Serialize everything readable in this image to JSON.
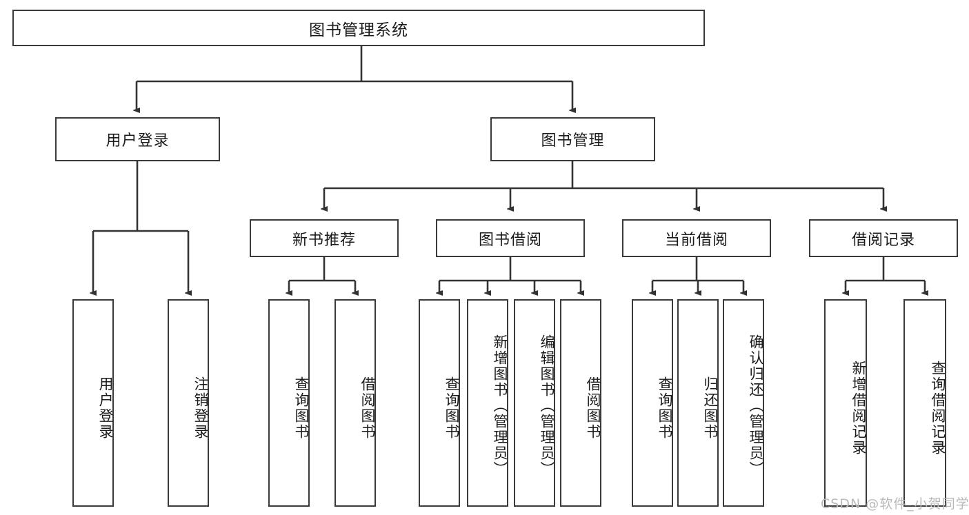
{
  "diagram": {
    "type": "tree-hierarchy-diagram",
    "title": "图书管理系统",
    "colors": {
      "box_border": "#3a3a3a",
      "box_fill": "#ffffff",
      "connector": "#333333",
      "text": "#1b1b1b",
      "watermark": "#b9b9b9",
      "background": "#ffffff"
    },
    "root": {
      "label": "图书管理系统"
    },
    "level2": [
      {
        "label": "用户登录"
      },
      {
        "label": "图书管理"
      }
    ],
    "level3": [
      {
        "label": "新书推荐"
      },
      {
        "label": "图书借阅"
      },
      {
        "label": "当前借阅"
      },
      {
        "label": "借阅记录"
      }
    ],
    "leaves": {
      "user_login": [
        {
          "label": "用户登录"
        },
        {
          "label": "注销登录"
        }
      ],
      "new_book_recommend": [
        {
          "label": "查询图书"
        },
        {
          "label": "借阅图书"
        }
      ],
      "book_borrow": [
        {
          "label": "查询图书"
        },
        {
          "label": "新增图书（管理员）"
        },
        {
          "label": "编辑图书（管理员）"
        },
        {
          "label": "借阅图书"
        }
      ],
      "current_borrow": [
        {
          "label": "查询图书"
        },
        {
          "label": "归还图书"
        },
        {
          "label": "确认归还（管理员）"
        }
      ],
      "borrow_record": [
        {
          "label": "新增借阅记录"
        },
        {
          "label": "查询借阅记录"
        }
      ]
    }
  },
  "watermark": {
    "text": "CSDN @软件_小贺同学"
  }
}
